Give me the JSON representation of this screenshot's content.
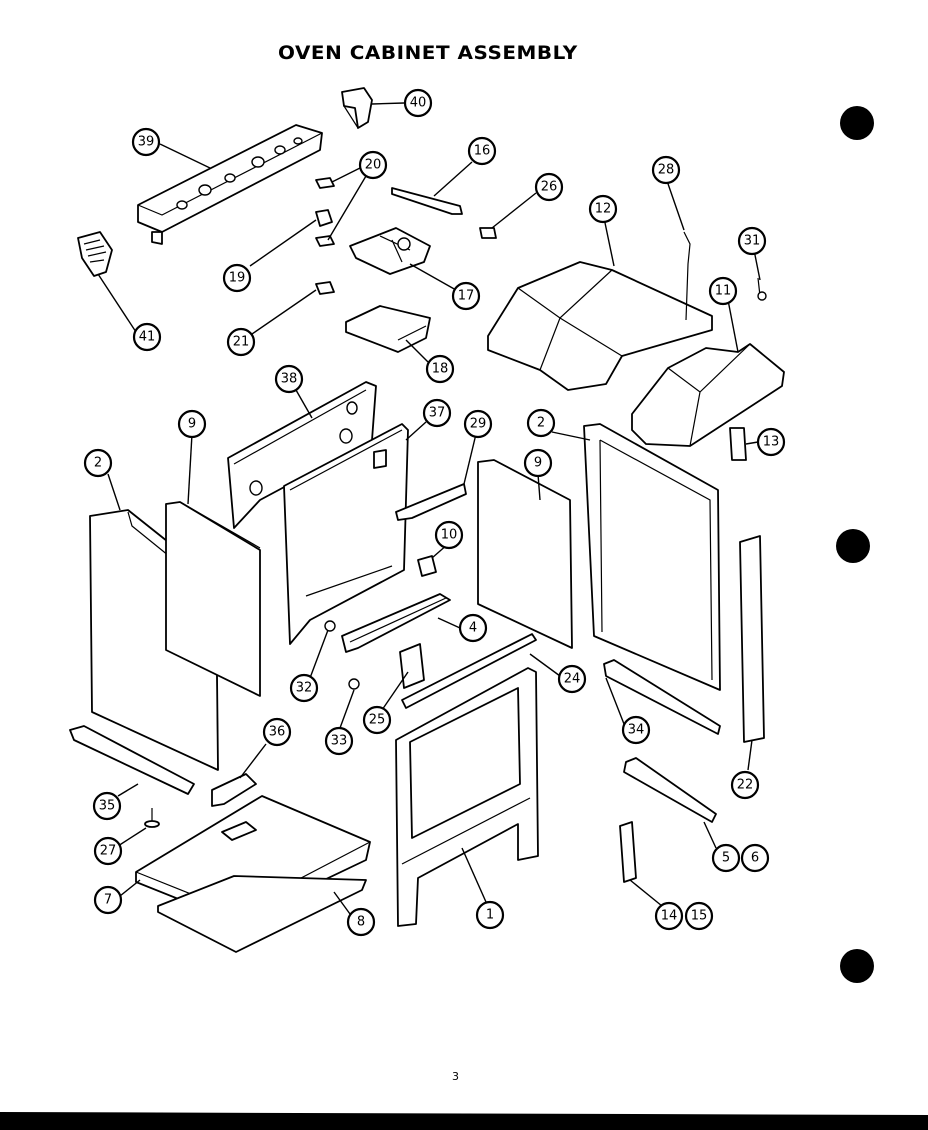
{
  "title": "OVEN CABINET ASSEMBLY",
  "page_number": "3",
  "callouts": [
    "40",
    "39",
    "20",
    "16",
    "26",
    "28",
    "12",
    "31",
    "11",
    "19",
    "17",
    "21",
    "41",
    "18",
    "13",
    "38",
    "37",
    "29",
    "2",
    "9",
    "9",
    "2",
    "10",
    "4",
    "32",
    "24",
    "25",
    "33",
    "36",
    "34",
    "22",
    "35",
    "27",
    "5",
    "6",
    "7",
    "8",
    "1",
    "14",
    "15"
  ]
}
